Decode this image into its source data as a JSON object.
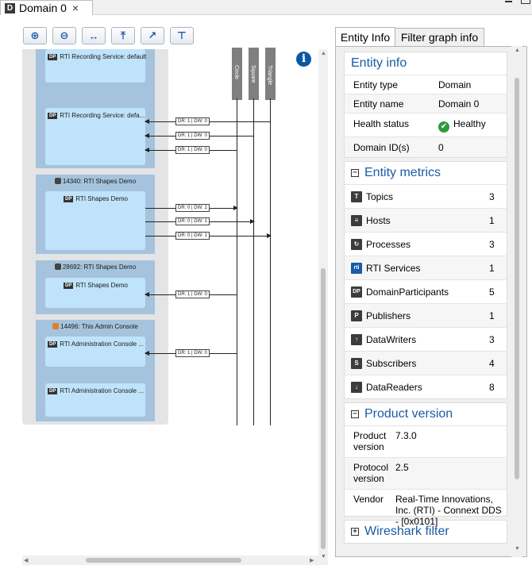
{
  "editor_tab": {
    "icon": "D",
    "title": "Domain 0",
    "close": "×"
  },
  "toolbar": {
    "buttons": [
      {
        "name": "zoom-in-icon",
        "glyph": "⊕"
      },
      {
        "name": "zoom-out-icon",
        "glyph": "⊖"
      },
      {
        "name": "fit-width-icon",
        "glyph": "↔"
      },
      {
        "name": "move-top-icon",
        "glyph": "⤒"
      },
      {
        "name": "export-icon",
        "glyph": "↗"
      },
      {
        "name": "layout-icon",
        "glyph": "⊤"
      }
    ]
  },
  "graph": {
    "topics": [
      "Circle",
      "Square",
      "Triangle"
    ],
    "processes": [
      {
        "title": "",
        "participants": [
          "RTI Recording Service: default",
          "RTI Recording Service: defa..."
        ]
      },
      {
        "title": "14340: RTI Shapes Demo",
        "participants": [
          "RTI Shapes Demo"
        ]
      },
      {
        "title": "28692: RTI Shapes Demo",
        "participants": [
          "RTI Shapes Demo"
        ]
      },
      {
        "title": "14496: This Admin Console",
        "participants": [
          "RTI Administration Console ...",
          "RTI Administration Console ..."
        ]
      }
    ],
    "readers": [
      "DR: 1 |  DW: 0",
      "DR: 1 |  DW: 0",
      "DR: 1 |  DW: 0",
      "DR: 1 |  DW: 0",
      "DR: 1 |  DW: 0"
    ],
    "writers": [
      "DR: 0 |  DW: 1",
      "DR: 0 |  DW: 1",
      "DR: 0 |  DW: 1"
    ]
  },
  "panel": {
    "tabs": [
      "Entity Info",
      "Filter graph info"
    ],
    "entity_info": {
      "title": "Entity info",
      "rows": [
        {
          "key": "Entity type",
          "value": "Domain"
        },
        {
          "key": "Entity name",
          "value": "Domain 0"
        },
        {
          "key": "Health status",
          "value": "Healthy"
        },
        {
          "key": "Domain ID(s)",
          "value": "0"
        }
      ]
    },
    "entity_metrics": {
      "title": "Entity metrics",
      "toggle": "−",
      "rows": [
        {
          "icon": "T",
          "label": "Topics",
          "count": "3"
        },
        {
          "icon": "≡",
          "label": "Hosts",
          "count": "1"
        },
        {
          "icon": "↻",
          "label": "Processes",
          "count": "3"
        },
        {
          "icon": "rti",
          "label": "RTI Services",
          "count": "1"
        },
        {
          "icon": "DP",
          "label": "DomainParticipants",
          "count": "5"
        },
        {
          "icon": "P",
          "label": "Publishers",
          "count": "1"
        },
        {
          "icon": "↑",
          "label": "DataWriters",
          "count": "3"
        },
        {
          "icon": "S",
          "label": "Subscribers",
          "count": "4"
        },
        {
          "icon": "↓",
          "label": "DataReaders",
          "count": "8"
        }
      ]
    },
    "product_version": {
      "title": "Product version",
      "toggle": "−",
      "rows": [
        {
          "key": "Product version",
          "value": "7.3.0"
        },
        {
          "key": "Protocol version",
          "value": "2.5"
        },
        {
          "key": "Vendor",
          "value": "Real-Time Innovations, Inc. (RTI) - Connext DDS - [0x0101]"
        }
      ]
    },
    "wireshark_filter": {
      "title": "Wireshark filter",
      "toggle": "+"
    }
  },
  "colors": {
    "accent": "#1b5ba6",
    "process_bg": "#a5c3dc",
    "participant_bg": "#bfe3fa",
    "topic_bar": "#7f7f7f",
    "healthy": "#2e9b3a"
  }
}
